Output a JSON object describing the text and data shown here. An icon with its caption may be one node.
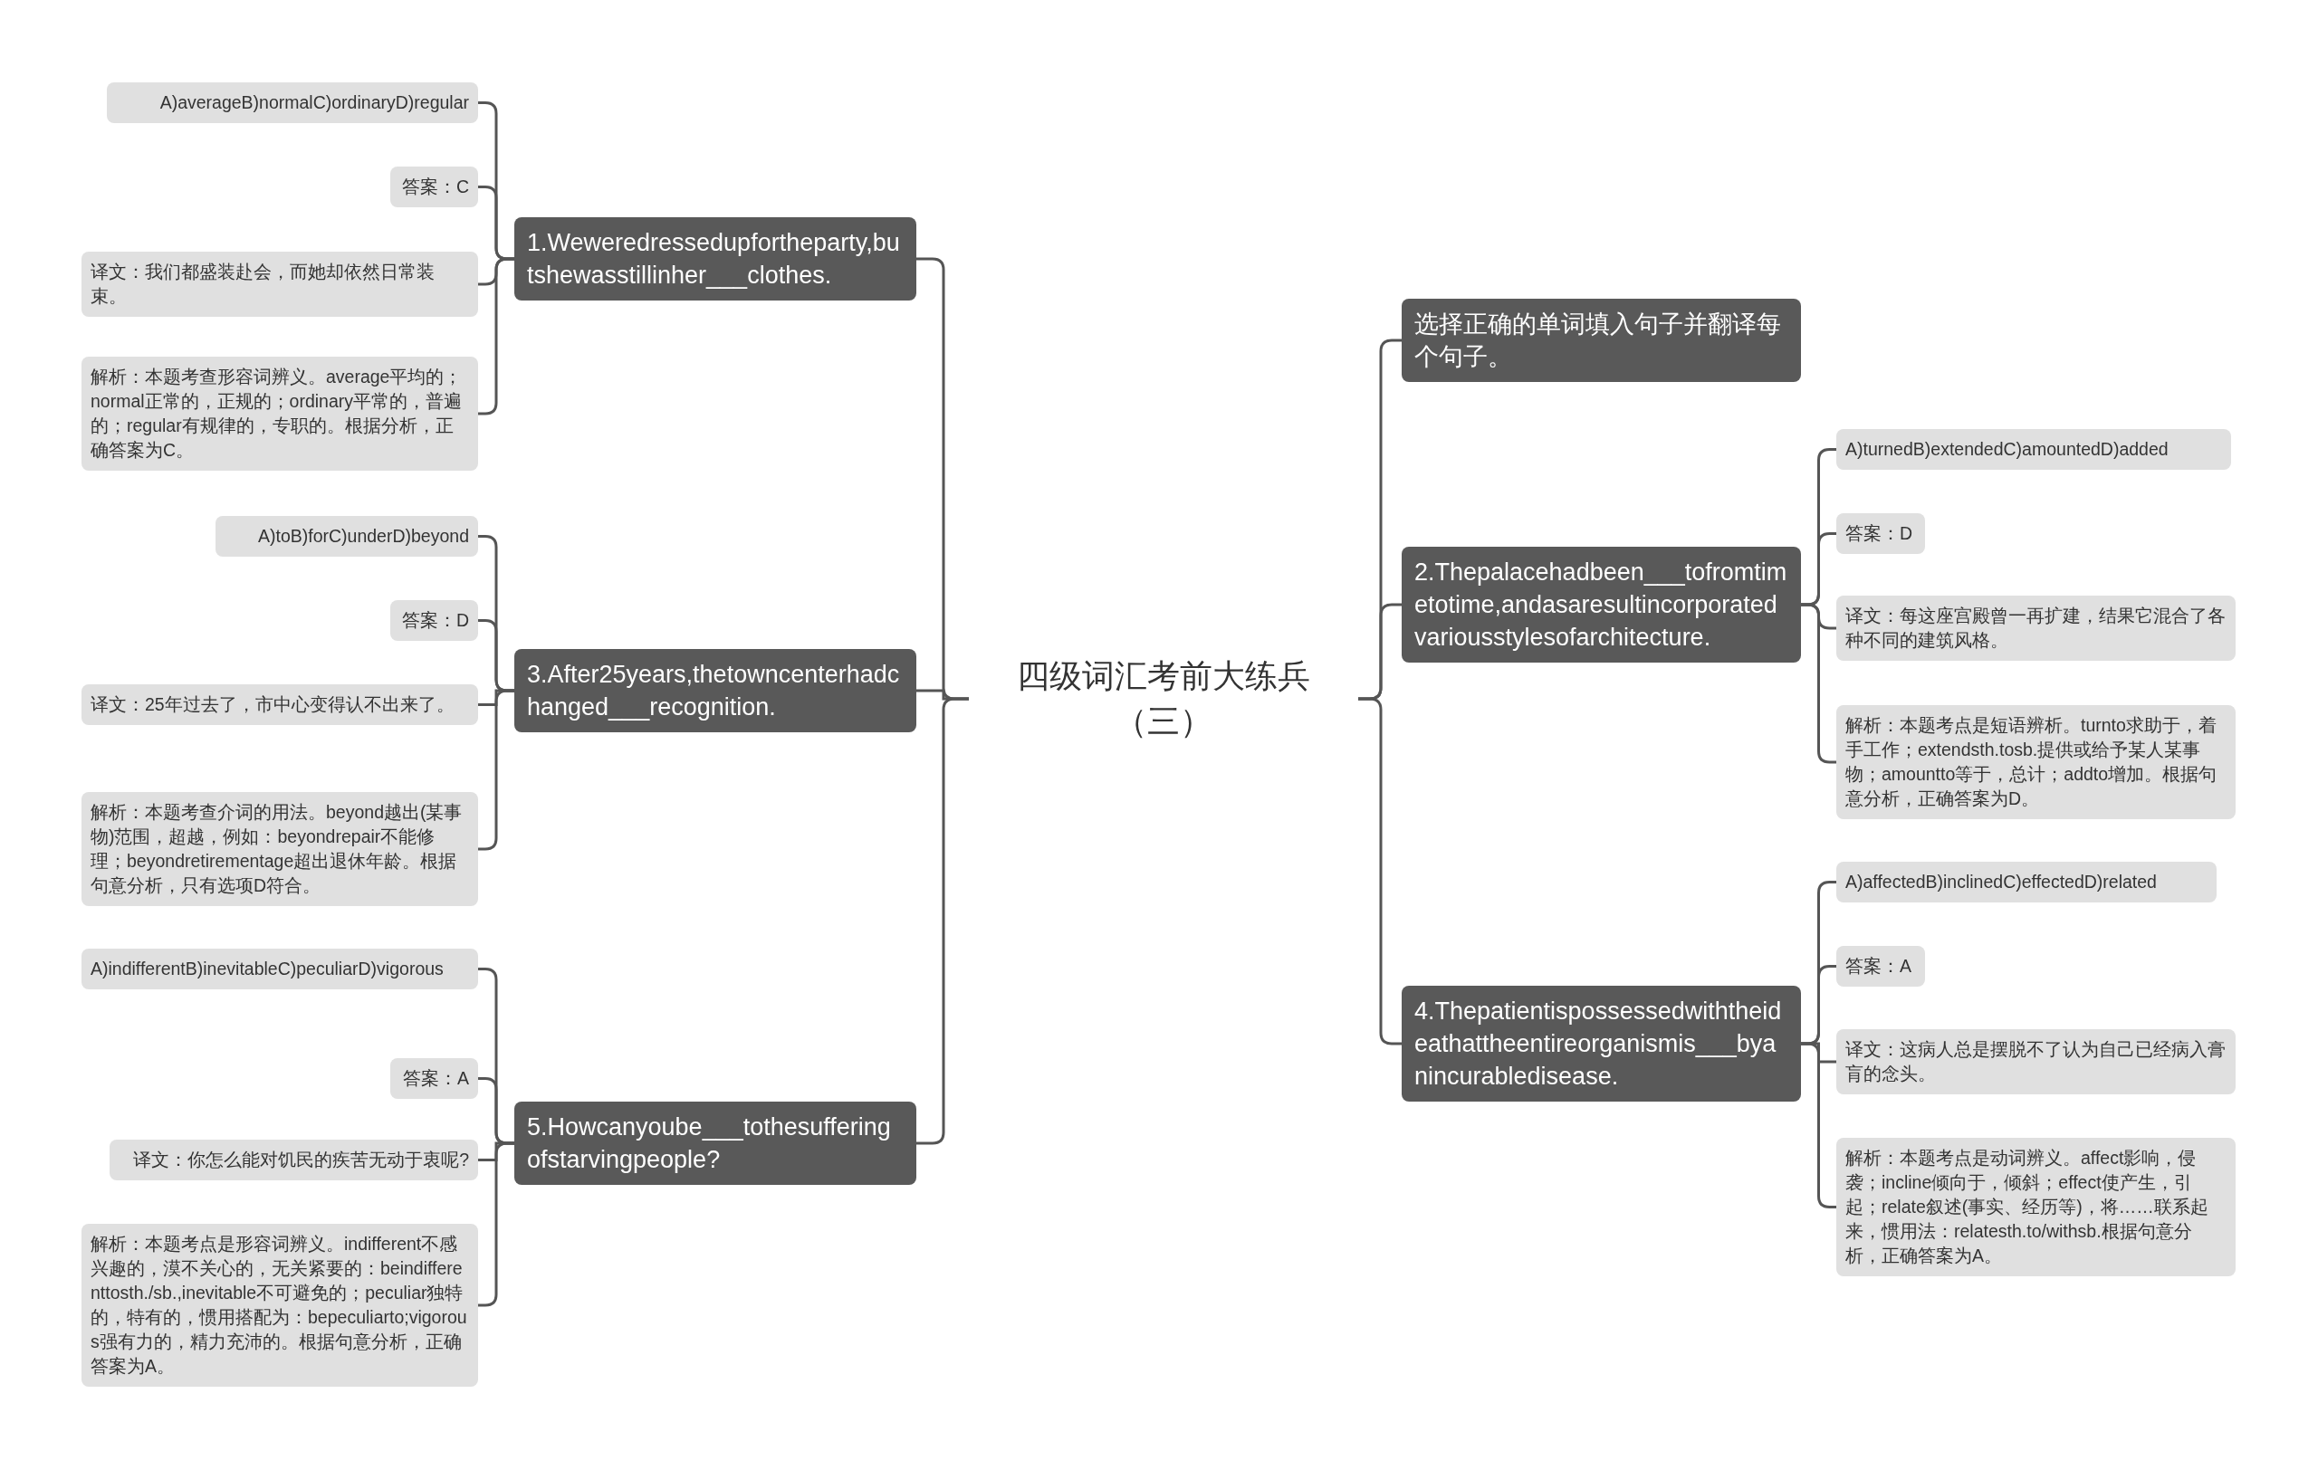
{
  "diagram": {
    "nodes": [
      {
        "text": [
          "四级词汇考前大练兵（三）"
        ]
      },
      {
        "text": [
          "1.Weweredressedupfortheparty,butshewasstillinher___clothes."
        ]
      },
      {
        "text": [
          "A)averageB)normalC)ordinaryD)regular"
        ]
      },
      {
        "text": [
          "答案：C"
        ]
      },
      {
        "text": [
          "译文：我们都盛装赴会，而她却依然日常装束。"
        ]
      },
      {
        "text": [
          "解析：本题考查形容词辨义。average平均的；normal正常的，正规的；ordinary平常的，普遍的；regular有规律的，专职的。根据分析，正确答案为C。"
        ]
      },
      {
        "text": [
          "3.After25years,thetowncenterhadchanged___recognition."
        ]
      },
      {
        "text": [
          "A)toB)forC)underD)beyond"
        ]
      },
      {
        "text": [
          "答案：D"
        ]
      },
      {
        "text": [
          "译文：25年过去了，市中心变得认不出来了。"
        ]
      },
      {
        "text": [
          "解析：本题考查介词的用法。beyond越出(某事物)范围，超越，例如：beyondrepair不能修理；beyondretirementage超出退休年龄。根据句意分析，只有选项D符合。"
        ]
      },
      {
        "text": [
          "5.Howcanyoube___tothesufferingofstarvingpeople?"
        ]
      },
      {
        "text": [
          "A)indifferentB)inevitableC)peculiarD)vigorous"
        ]
      },
      {
        "text": [
          "答案：A"
        ]
      },
      {
        "text": [
          "译文：你怎么能对饥民的疾苦无动于衷呢?"
        ]
      },
      {
        "text": [
          "解析：本题考点是形容词辨义。indifferent不感兴趣的，漠不关心的，无关紧要的：beindifferenttosth./sb.,inevitable不可避免的；peculiar独特的，特有的，惯用搭配为：bepeculiarto;vigorous强有力的，精力充沛的。根据句意分析，正确答案为A。"
        ]
      },
      {
        "text": [
          "选择正确的单词填入句子并翻译每个句子。"
        ]
      },
      {
        "text": [
          "2.Thepalacehadbeen___tofromtimetotime,andasaresultincorporatedvariousstylesofarchitecture."
        ]
      },
      {
        "text": [
          "A)turnedB)extendedC)amountedD)added"
        ]
      },
      {
        "text": [
          "答案：D"
        ]
      },
      {
        "text": [
          "译文：每这座宫殿曾一再扩建，结果它混合了各种不同的建筑风格。"
        ]
      },
      {
        "text": [
          "解析：本题考点是短语辨析。turnto求助于，着手工作；extendsth.tosb.提供或给予某人某事物；amountto等于，总计；addto增加。根据句意分析，正确答案为D。"
        ]
      },
      {
        "text": [
          "4.Thepatientispossessedwiththeideathattheentireorganismis___byanincurabledisease."
        ]
      },
      {
        "text": [
          "A)affectedB)inclinedC)effectedD)related"
        ]
      },
      {
        "text": [
          "答案：A"
        ]
      },
      {
        "text": [
          "译文：这病人总是摆脱不了认为自己已经病入膏肓的念头。"
        ]
      },
      {
        "text": [
          "解析：本题考点是动词辨义。affect影响，侵袭；incline倾向于，倾斜；effect使产生，引起；relate叙述(事实、经历等)，将……联系起来，惯用法：relatesth.to/withsb.根据句意分析，正确答案为A。"
        ]
      }
    ],
    "edges": [
      {
        "from": 0,
        "to": 1,
        "arrow": "none"
      },
      {
        "from": 0,
        "to": 6,
        "arrow": "none"
      },
      {
        "from": 0,
        "to": 11,
        "arrow": "none"
      },
      {
        "from": 0,
        "to": 16,
        "arrow": "none"
      },
      {
        "from": 0,
        "to": 17,
        "arrow": "none"
      },
      {
        "from": 0,
        "to": 22,
        "arrow": "none"
      },
      {
        "from": 1,
        "to": 2,
        "arrow": "none"
      },
      {
        "from": 1,
        "to": 3,
        "arrow": "none"
      },
      {
        "from": 1,
        "to": 4,
        "arrow": "none"
      },
      {
        "from": 1,
        "to": 5,
        "arrow": "none"
      },
      {
        "from": 6,
        "to": 7,
        "arrow": "none"
      },
      {
        "from": 6,
        "to": 8,
        "arrow": "none"
      },
      {
        "from": 6,
        "to": 9,
        "arrow": "none"
      },
      {
        "from": 6,
        "to": 10,
        "arrow": "none"
      },
      {
        "from": 11,
        "to": 12,
        "arrow": "none"
      },
      {
        "from": 11,
        "to": 13,
        "arrow": "none"
      },
      {
        "from": 11,
        "to": 14,
        "arrow": "none"
      },
      {
        "from": 11,
        "to": 15,
        "arrow": "none"
      },
      {
        "from": 17,
        "to": 18,
        "arrow": "none"
      },
      {
        "from": 17,
        "to": 19,
        "arrow": "none"
      },
      {
        "from": 17,
        "to": 20,
        "arrow": "none"
      },
      {
        "from": 17,
        "to": 21,
        "arrow": "none"
      },
      {
        "from": 22,
        "to": 23,
        "arrow": "none"
      },
      {
        "from": 22,
        "to": 24,
        "arrow": "none"
      },
      {
        "from": 22,
        "to": 25,
        "arrow": "none"
      },
      {
        "from": 22,
        "to": 26,
        "arrow": "none"
      }
    ]
  }
}
